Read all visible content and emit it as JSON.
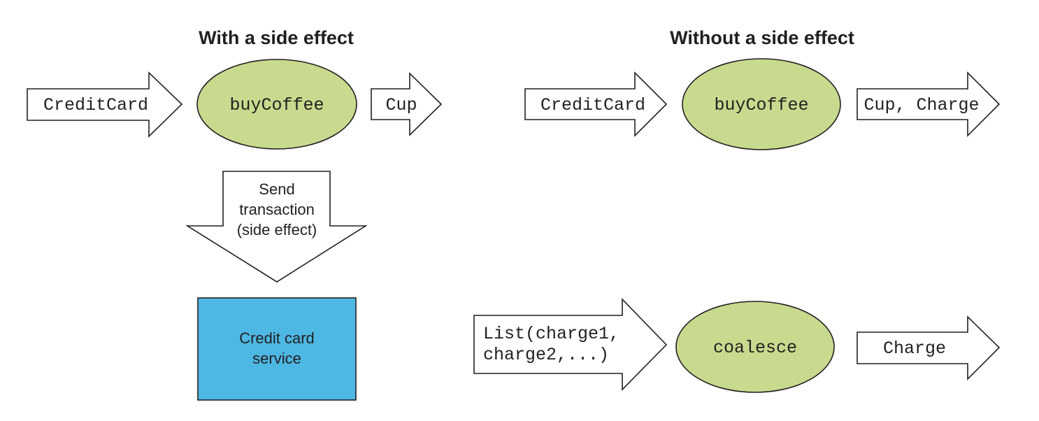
{
  "left": {
    "title": "With a side effect",
    "input_label": "CreditCard",
    "function_label": "buyCoffee",
    "output_label": "Cup",
    "side_effect": {
      "line1": "Send",
      "line2": "transaction",
      "line3": "(side effect)"
    },
    "service": {
      "line1": "Credit card",
      "line2": "service"
    }
  },
  "right": {
    "title": "Without a side effect",
    "input_label": "CreditCard",
    "function_label": "buyCoffee",
    "output_label": "Cup, Charge",
    "coalesce": {
      "input_line1": "List(charge1,",
      "input_line2": "charge2,...)",
      "function_label": "coalesce",
      "output_label": "Charge"
    }
  },
  "colors": {
    "function_fill": "#c8da8e",
    "service_fill": "#4db8e4",
    "stroke": "#231f20"
  }
}
